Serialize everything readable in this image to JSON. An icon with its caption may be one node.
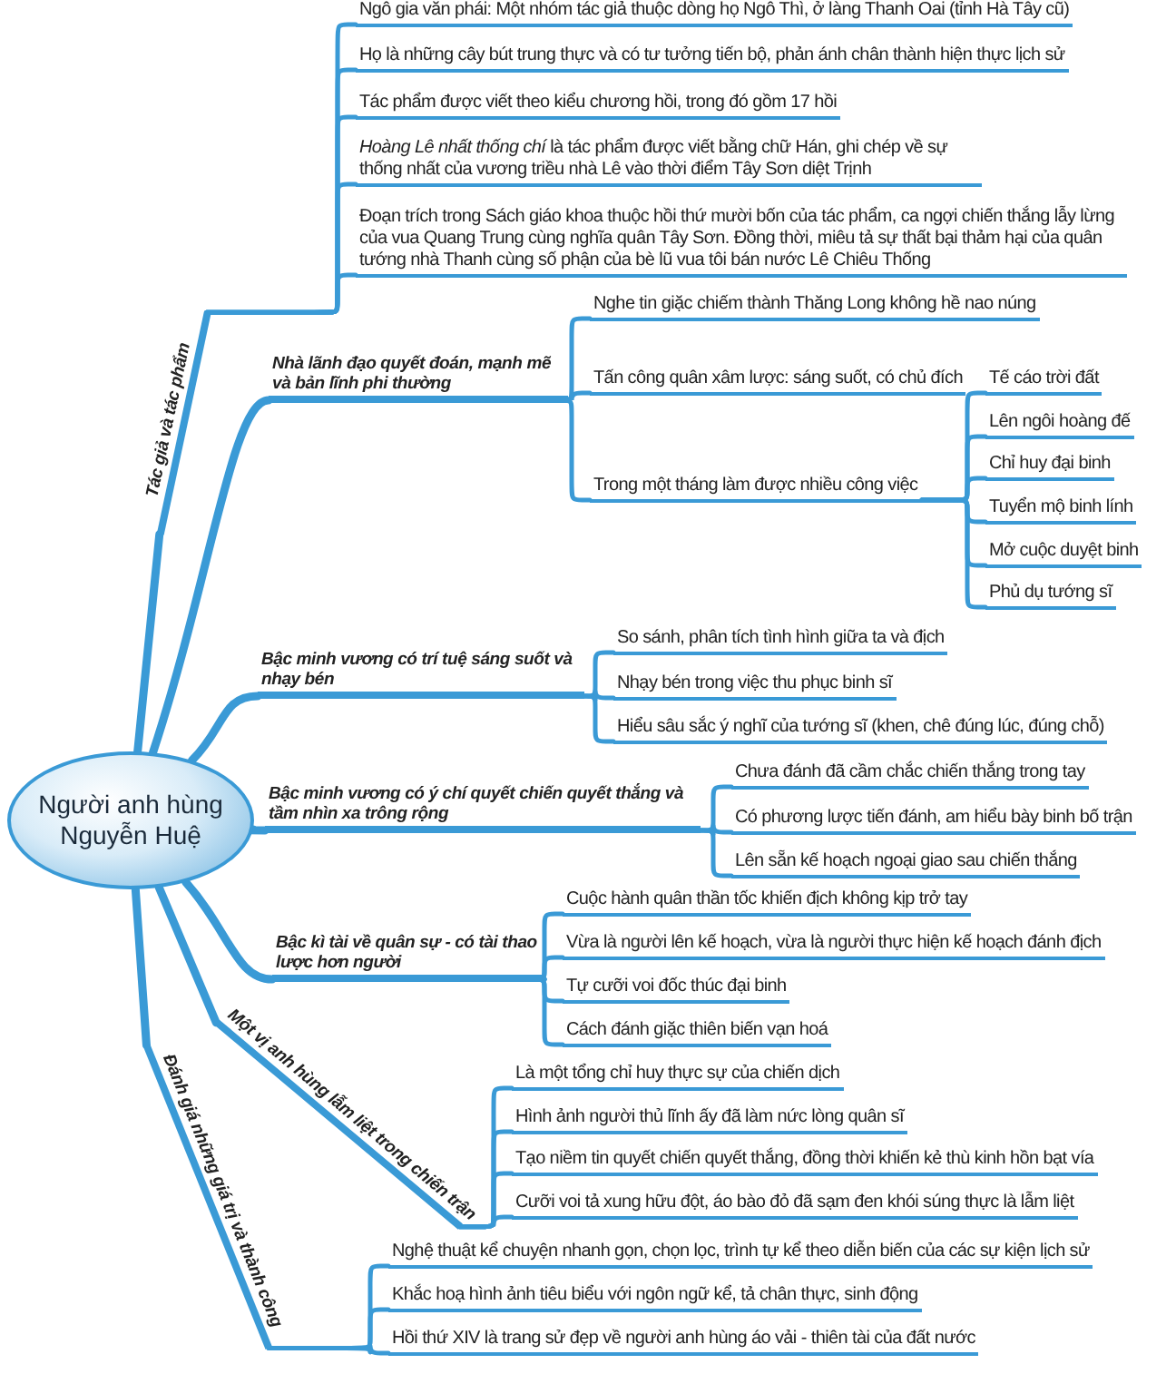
{
  "diagram": {
    "nodes": [
      {
        "text": [
          "Người anh hùng Nguyễn Huệ"
        ]
      },
      {
        "text": [
          "Tác giả và tác phẩm"
        ]
      },
      {
        "text": [
          "Ngô gia văn phái: Một nhóm tác giả thuộc dòng họ Ngô Thì, ở làng Thanh Oai (tỉnh Hà Tây cũ)"
        ]
      },
      {
        "text": [
          "Họ là những cây bút trung thực và có tư tưởng tiến bộ, phản ánh chân thành hiện thực lịch sử"
        ]
      },
      {
        "text": [
          "Tác phẩm được viết theo kiểu chương hồi, trong đó gồm 17 hồi"
        ]
      },
      {
        "text": [
          "*Hoàng Lê nhất thống chí* là tác phẩm được viết bằng chữ Hán, ghi chép về sự thống nhất của vương triều nhà Lê vào thời điểm Tây Sơn diệt Trịnh"
        ]
      },
      {
        "text": [
          "Đoạn trích trong Sách giáo khoa thuộc hồi thứ mười bốn của tác phẩm, ca ngợi chiến thắng lẫy lừng của vua Quang Trung cùng nghĩa quân Tây Sơn. Đồng thời, miêu tả sự thất bại thảm hại của quân tướng nhà Thanh cùng số phận của bè lũ vua tôi bán nước Lê Chiêu Thống"
        ]
      },
      {
        "text": [
          "Nhà lãnh đạo quyết đoán, mạnh mẽ và bản lĩnh phi thường"
        ]
      },
      {
        "text": [
          "Nghe tin giặc chiếm thành Thăng Long không hề nao núng"
        ]
      },
      {
        "text": [
          "Tấn công quân xâm lược: sáng suốt, có chủ đích"
        ]
      },
      {
        "text": [
          "Trong một tháng làm được nhiều công việc"
        ]
      },
      {
        "text": [
          "Tế cáo trời đất"
        ]
      },
      {
        "text": [
          "Lên ngôi hoàng đế"
        ]
      },
      {
        "text": [
          "Chỉ huy đại binh"
        ]
      },
      {
        "text": [
          "Tuyển mộ binh lính"
        ]
      },
      {
        "text": [
          "Mở cuộc duyệt binh"
        ]
      },
      {
        "text": [
          "Phủ dụ tướng sĩ"
        ]
      },
      {
        "text": [
          "Bậc minh vương có trí tuệ sáng suốt và nhạy bén"
        ]
      },
      {
        "text": [
          "So sánh, phân tích tình hình giữa ta và địch"
        ]
      },
      {
        "text": [
          "Nhạy bén trong việc thu phục binh sĩ"
        ]
      },
      {
        "text": [
          "Hiểu sâu sắc ý nghĩ của tướng sĩ (khen, chê đúng lúc, đúng chỗ)"
        ]
      },
      {
        "text": [
          "Bậc minh vương có ý chí quyết chiến quyết thắng và tầm nhìn xa trông rộng"
        ]
      },
      {
        "text": [
          "Chưa đánh đã cầm chắc chiến thắng trong tay"
        ]
      },
      {
        "text": [
          "Có phương lược tiến đánh, am hiểu bày binh bố trận"
        ]
      },
      {
        "text": [
          "Lên sẵn kế hoạch ngoại giao sau chiến thắng"
        ]
      },
      {
        "text": [
          "Bậc kì tài về quân sự - có tài thao lược hơn người"
        ]
      },
      {
        "text": [
          "Cuộc hành quân thần tốc khiến địch không kịp trở tay"
        ]
      },
      {
        "text": [
          "Vừa là người lên kế hoạch, vừa là người thực hiện kế hoạch đánh địch"
        ]
      },
      {
        "text": [
          "Tự cưỡi voi đốc thúc đại binh"
        ]
      },
      {
        "text": [
          "Cách đánh giặc thiên biến vạn hoá"
        ]
      },
      {
        "text": [
          "Một vị anh hùng lẫm liệt trong chiến trận"
        ]
      },
      {
        "text": [
          "Là một tổng chỉ huy thực sự của chiến dịch"
        ]
      },
      {
        "text": [
          "Hình ảnh người thủ lĩnh ấy đã làm nức lòng quân sĩ"
        ]
      },
      {
        "text": [
          "Tạo niềm tin quyết chiến quyết thắng, đồng thời khiến kẻ thù kinh hồn bạt vía"
        ]
      },
      {
        "text": [
          "Cưỡi voi tả xung hữu đột, áo bào đỏ đã sạm đen khói súng thực là lẫm liệt"
        ]
      },
      {
        "text": [
          "Đánh giá những giá trị và thành công"
        ]
      },
      {
        "text": [
          "Nghệ thuật kể chuyện nhanh gọn, chọn lọc, trình tự kể theo diễn biến của các sự kiện lịch sử"
        ]
      },
      {
        "text": [
          "Khắc hoạ hình ảnh tiêu biểu với ngôn ngữ kể, tả chân thực, sinh động"
        ]
      },
      {
        "text": [
          "Hồi thứ XIV là trang sử đẹp về người anh hùng áo vải - thiên tài của đất nước"
        ]
      }
    ],
    "edges": [
      {
        "from": 0,
        "to": 1,
        "arrow": "none",
        "style": "thick"
      },
      {
        "from": 1,
        "to": 2,
        "arrow": "none"
      },
      {
        "from": 1,
        "to": 3,
        "arrow": "none"
      },
      {
        "from": 1,
        "to": 4,
        "arrow": "none"
      },
      {
        "from": 1,
        "to": 5,
        "arrow": "none"
      },
      {
        "from": 1,
        "to": 6,
        "arrow": "none"
      },
      {
        "from": 0,
        "to": 7,
        "arrow": "none",
        "style": "thick"
      },
      {
        "from": 7,
        "to": 8,
        "arrow": "none"
      },
      {
        "from": 7,
        "to": 9,
        "arrow": "none"
      },
      {
        "from": 7,
        "to": 10,
        "arrow": "none"
      },
      {
        "from": 10,
        "to": 11,
        "arrow": "none"
      },
      {
        "from": 10,
        "to": 12,
        "arrow": "none"
      },
      {
        "from": 10,
        "to": 13,
        "arrow": "none"
      },
      {
        "from": 10,
        "to": 14,
        "arrow": "none"
      },
      {
        "from": 10,
        "to": 15,
        "arrow": "none"
      },
      {
        "from": 10,
        "to": 16,
        "arrow": "none"
      },
      {
        "from": 0,
        "to": 17,
        "arrow": "none",
        "style": "thick"
      },
      {
        "from": 17,
        "to": 18,
        "arrow": "none"
      },
      {
        "from": 17,
        "to": 19,
        "arrow": "none"
      },
      {
        "from": 17,
        "to": 20,
        "arrow": "none"
      },
      {
        "from": 0,
        "to": 21,
        "arrow": "none",
        "style": "thick"
      },
      {
        "from": 21,
        "to": 22,
        "arrow": "none"
      },
      {
        "from": 21,
        "to": 23,
        "arrow": "none"
      },
      {
        "from": 21,
        "to": 24,
        "arrow": "none"
      },
      {
        "from": 0,
        "to": 25,
        "arrow": "none",
        "style": "thick"
      },
      {
        "from": 25,
        "to": 26,
        "arrow": "none"
      },
      {
        "from": 25,
        "to": 27,
        "arrow": "none"
      },
      {
        "from": 25,
        "to": 28,
        "arrow": "none"
      },
      {
        "from": 25,
        "to": 29,
        "arrow": "none"
      },
      {
        "from": 0,
        "to": 30,
        "arrow": "none",
        "style": "thick"
      },
      {
        "from": 30,
        "to": 31,
        "arrow": "none"
      },
      {
        "from": 30,
        "to": 32,
        "arrow": "none"
      },
      {
        "from": 30,
        "to": 33,
        "arrow": "none"
      },
      {
        "from": 30,
        "to": 34,
        "arrow": "none"
      },
      {
        "from": 0,
        "to": 35,
        "arrow": "none",
        "style": "thick"
      },
      {
        "from": 35,
        "to": 36,
        "arrow": "none"
      },
      {
        "from": 35,
        "to": 37,
        "arrow": "none"
      },
      {
        "from": 35,
        "to": 38,
        "arrow": "none"
      }
    ]
  }
}
